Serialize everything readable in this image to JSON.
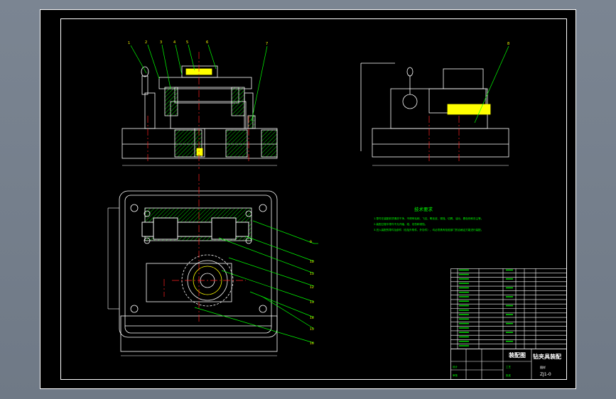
{
  "window": {
    "background": "#767f8c",
    "paper": "#000000"
  },
  "colors": {
    "outline": "#ffffff",
    "hatch": "#00cc00",
    "center": "#ff2020",
    "leader": "#00ff00",
    "note": "#00ff00",
    "title_text": "#ffff00",
    "part_fill": "#ffff00"
  },
  "leader_numbers": {
    "front": [
      "1",
      "2",
      "3",
      "4",
      "5",
      "6",
      "7"
    ],
    "side": [
      "8"
    ],
    "plan": [
      "9",
      "10",
      "11",
      "12",
      "13",
      "14",
      "15",
      "16"
    ]
  },
  "technical_requirements": {
    "title": "技术要求",
    "lines": [
      "1.零件在装配前须清洗干净，不得有毛刺、飞边、氧化皮、锈蚀、切屑、油污、着色剂和灰尘等。",
      "2.装配过程中零件不允许磕、碰、划伤和锈蚀。",
      "3.进入装配的零件及部件（包括外购件、外协件），均必须具有检验部门的合格证方能进行装配。"
    ]
  },
  "title_block": {
    "drawing_type": "装配图",
    "title": "钻夹具装配",
    "code": "ZJ1-0",
    "scale_label": "图样",
    "signature_rows": [
      "设计",
      "审核",
      "工艺",
      "批准"
    ]
  },
  "bom": {
    "rows": 18
  }
}
